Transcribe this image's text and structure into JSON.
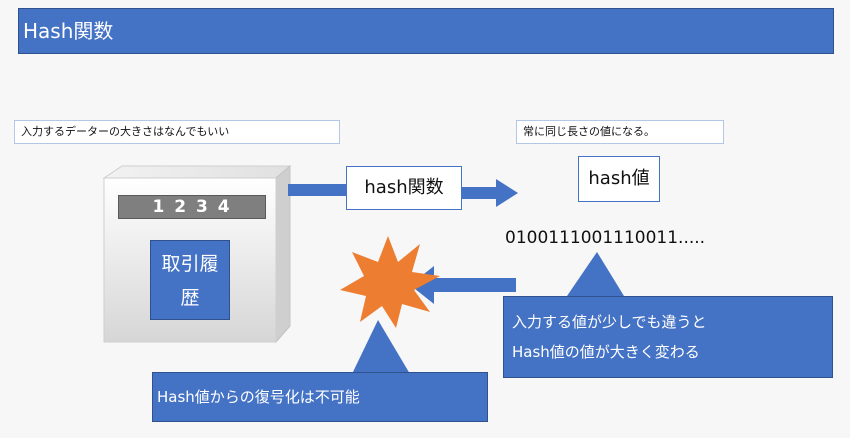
{
  "title": "Hash関数",
  "input_note": "入力するデーターの大きさはなんでもいい",
  "output_note": "常に同じ長さの値になる。",
  "hash_function_label": "hash関数",
  "hash_value_label": "hash値",
  "data_label": "1 2 3 4",
  "record_label_line1": "取引履",
  "record_label_line2": "歴",
  "binary_value": "0100111001110011.....",
  "change_note_line1": "入力する値が少しでも違うと",
  "change_note_line2": "Hash値の値が大きく変わる",
  "irreversible_note": "Hash値からの復号化は不可能",
  "colors": {
    "accent_blue": "#4472c4",
    "burst_orange": "#ed7d31",
    "cube_gray": "#d9d9d9"
  }
}
